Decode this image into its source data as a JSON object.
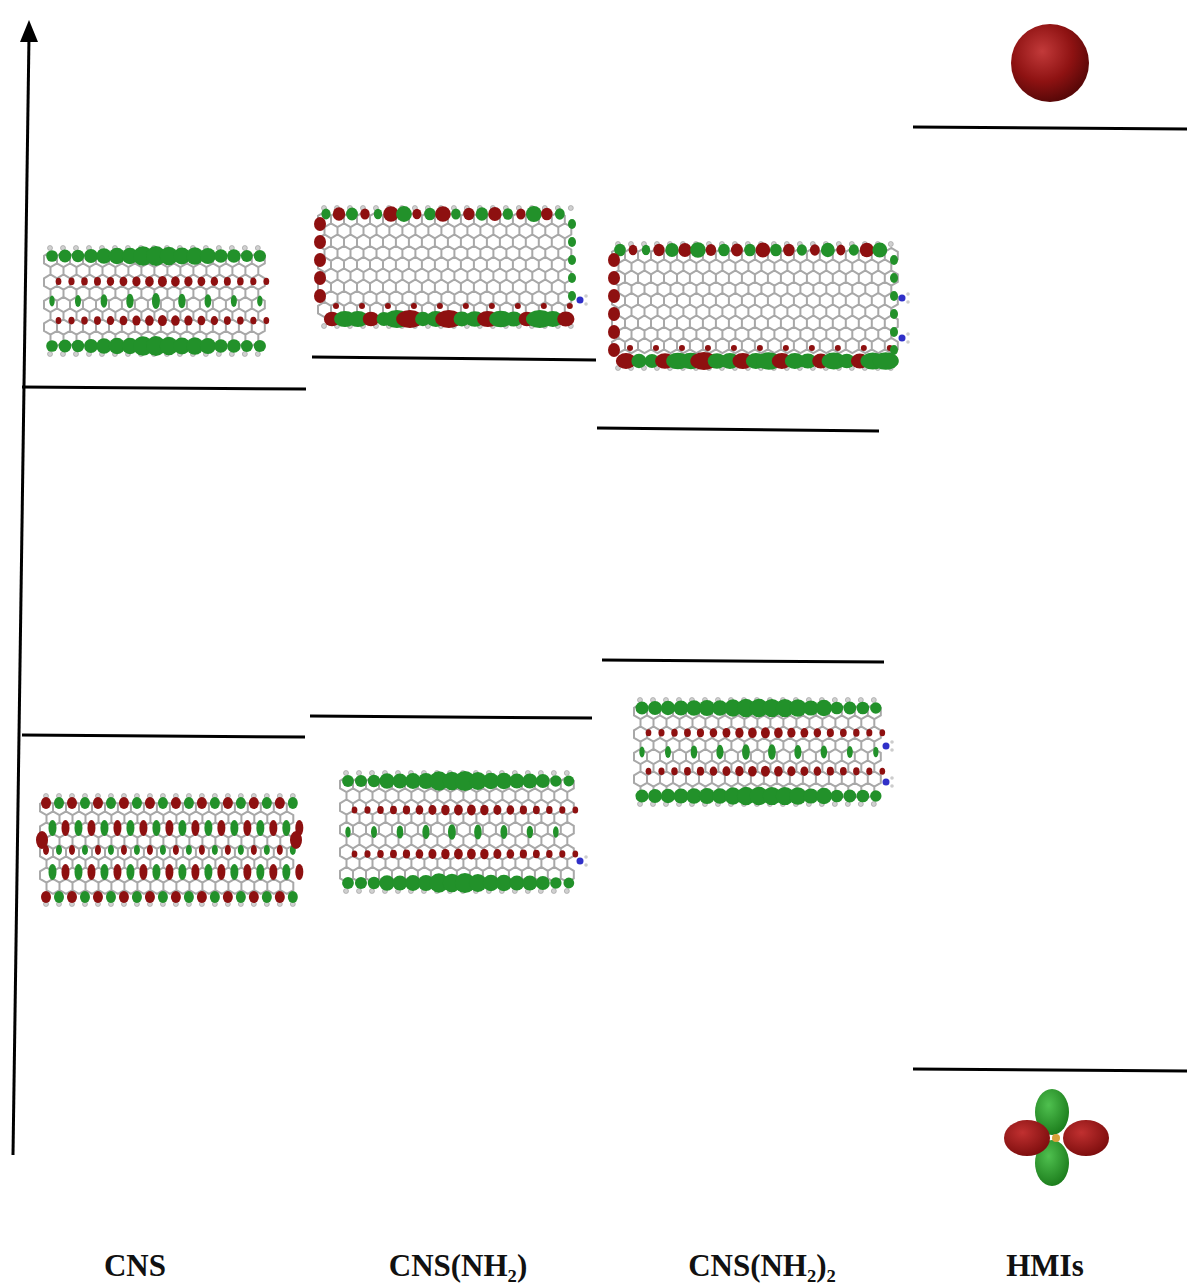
{
  "diagram": {
    "labels": [
      "CNS",
      "CNS(NH₂)",
      "CNS(NH₂)₂",
      "HMIs"
    ]
  }
}
